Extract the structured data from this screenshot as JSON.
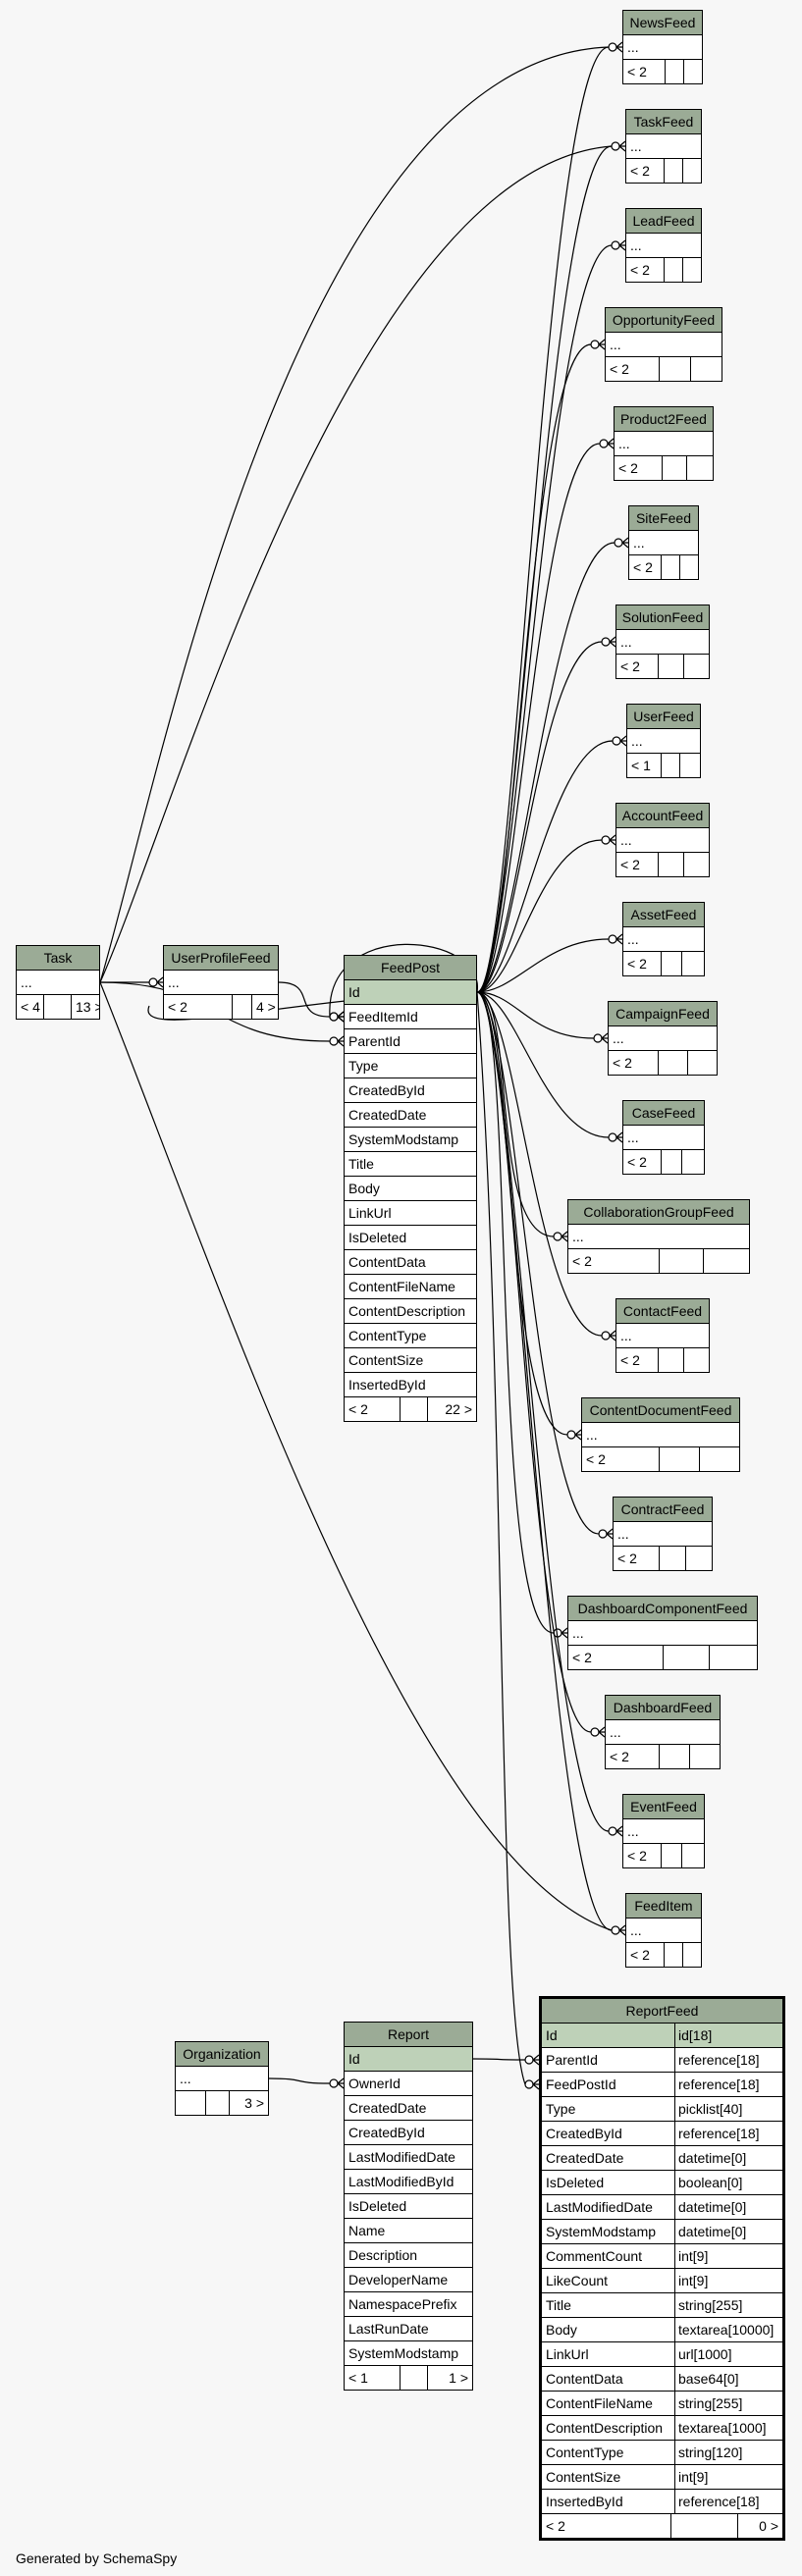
{
  "footer": "Generated by SchemaSpy",
  "colors": {
    "header": "#9bab96",
    "primary_key_row": "#bed1b8",
    "background": "#f7f7f7"
  },
  "tables": {
    "Task": {
      "title": "Task",
      "rows": [
        "..."
      ],
      "stats": [
        "< 4",
        "",
        "13 >"
      ]
    },
    "UserProfileFeed": {
      "title": "UserProfileFeed",
      "rows": [
        "..."
      ],
      "stats": [
        "< 2",
        "",
        "4 >"
      ]
    },
    "FeedPost": {
      "title": "FeedPost",
      "pk": "Id",
      "rows": [
        "FeedItemId",
        "ParentId",
        "Type",
        "CreatedById",
        "CreatedDate",
        "SystemModstamp",
        "Title",
        "Body",
        "LinkUrl",
        "IsDeleted",
        "ContentData",
        "ContentFileName",
        "ContentDescription",
        "ContentType",
        "ContentSize",
        "InsertedById"
      ],
      "stats": [
        "< 2",
        "",
        "22 >"
      ]
    },
    "NewsFeed": {
      "title": "NewsFeed",
      "rows": [
        "..."
      ],
      "stats": [
        "< 2",
        "",
        ""
      ]
    },
    "TaskFeed": {
      "title": "TaskFeed",
      "rows": [
        "..."
      ],
      "stats": [
        "< 2",
        "",
        ""
      ]
    },
    "LeadFeed": {
      "title": "LeadFeed",
      "rows": [
        "..."
      ],
      "stats": [
        "< 2",
        "",
        ""
      ]
    },
    "OpportunityFeed": {
      "title": "OpportunityFeed",
      "rows": [
        "..."
      ],
      "stats": [
        "< 2",
        "",
        ""
      ]
    },
    "Product2Feed": {
      "title": "Product2Feed",
      "rows": [
        "..."
      ],
      "stats": [
        "< 2",
        "",
        ""
      ]
    },
    "SiteFeed": {
      "title": "SiteFeed",
      "rows": [
        "..."
      ],
      "stats": [
        "< 2",
        "",
        ""
      ]
    },
    "SolutionFeed": {
      "title": "SolutionFeed",
      "rows": [
        "..."
      ],
      "stats": [
        "< 2",
        "",
        ""
      ]
    },
    "UserFeed": {
      "title": "UserFeed",
      "rows": [
        "..."
      ],
      "stats": [
        "< 1",
        "",
        ""
      ]
    },
    "AccountFeed": {
      "title": "AccountFeed",
      "rows": [
        "..."
      ],
      "stats": [
        "< 2",
        "",
        ""
      ]
    },
    "AssetFeed": {
      "title": "AssetFeed",
      "rows": [
        "..."
      ],
      "stats": [
        "< 2",
        "",
        ""
      ]
    },
    "CampaignFeed": {
      "title": "CampaignFeed",
      "rows": [
        "..."
      ],
      "stats": [
        "< 2",
        "",
        ""
      ]
    },
    "CaseFeed": {
      "title": "CaseFeed",
      "rows": [
        "..."
      ],
      "stats": [
        "< 2",
        "",
        ""
      ]
    },
    "CollaborationGroupFeed": {
      "title": "CollaborationGroupFeed",
      "rows": [
        "..."
      ],
      "stats": [
        "< 2",
        "",
        ""
      ]
    },
    "ContactFeed": {
      "title": "ContactFeed",
      "rows": [
        "..."
      ],
      "stats": [
        "< 2",
        "",
        ""
      ]
    },
    "ContentDocumentFeed": {
      "title": "ContentDocumentFeed",
      "rows": [
        "..."
      ],
      "stats": [
        "< 2",
        "",
        ""
      ]
    },
    "ContractFeed": {
      "title": "ContractFeed",
      "rows": [
        "..."
      ],
      "stats": [
        "< 2",
        "",
        ""
      ]
    },
    "DashboardComponentFeed": {
      "title": "DashboardComponentFeed",
      "rows": [
        "..."
      ],
      "stats": [
        "< 2",
        "",
        ""
      ]
    },
    "DashboardFeed": {
      "title": "DashboardFeed",
      "rows": [
        "..."
      ],
      "stats": [
        "< 2",
        "",
        ""
      ]
    },
    "EventFeed": {
      "title": "EventFeed",
      "rows": [
        "..."
      ],
      "stats": [
        "< 2",
        "",
        ""
      ]
    },
    "FeedItem": {
      "title": "FeedItem",
      "rows": [
        "..."
      ],
      "stats": [
        "< 2",
        "",
        ""
      ]
    },
    "Organization": {
      "title": "Organization",
      "rows": [
        "..."
      ],
      "stats": [
        "",
        "",
        "3 >"
      ]
    },
    "Report": {
      "title": "Report",
      "pk": "Id",
      "rows": [
        "OwnerId",
        "CreatedDate",
        "CreatedById",
        "LastModifiedDate",
        "LastModifiedById",
        "IsDeleted",
        "Name",
        "Description",
        "DeveloperName",
        "NamespacePrefix",
        "LastRunDate",
        "SystemModstamp"
      ],
      "stats": [
        "< 1",
        "",
        "1 >"
      ]
    },
    "ReportFeed": {
      "title": "ReportFeed",
      "pk": "Id",
      "pk_type": "id[18]",
      "rows": [
        [
          "ParentId",
          "reference[18]"
        ],
        [
          "FeedPostId",
          "reference[18]"
        ],
        [
          "Type",
          "picklist[40]"
        ],
        [
          "CreatedById",
          "reference[18]"
        ],
        [
          "CreatedDate",
          "datetime[0]"
        ],
        [
          "IsDeleted",
          "boolean[0]"
        ],
        [
          "LastModifiedDate",
          "datetime[0]"
        ],
        [
          "SystemModstamp",
          "datetime[0]"
        ],
        [
          "CommentCount",
          "int[9]"
        ],
        [
          "LikeCount",
          "int[9]"
        ],
        [
          "Title",
          "string[255]"
        ],
        [
          "Body",
          "textarea[10000]"
        ],
        [
          "LinkUrl",
          "url[1000]"
        ],
        [
          "ContentData",
          "base64[0]"
        ],
        [
          "ContentFileName",
          "string[255]"
        ],
        [
          "ContentDescription",
          "textarea[1000]"
        ],
        [
          "ContentType",
          "string[120]"
        ],
        [
          "ContentSize",
          "int[9]"
        ],
        [
          "InsertedById",
          "reference[18]"
        ]
      ],
      "stats": [
        "< 2",
        "",
        "0 >"
      ]
    }
  }
}
